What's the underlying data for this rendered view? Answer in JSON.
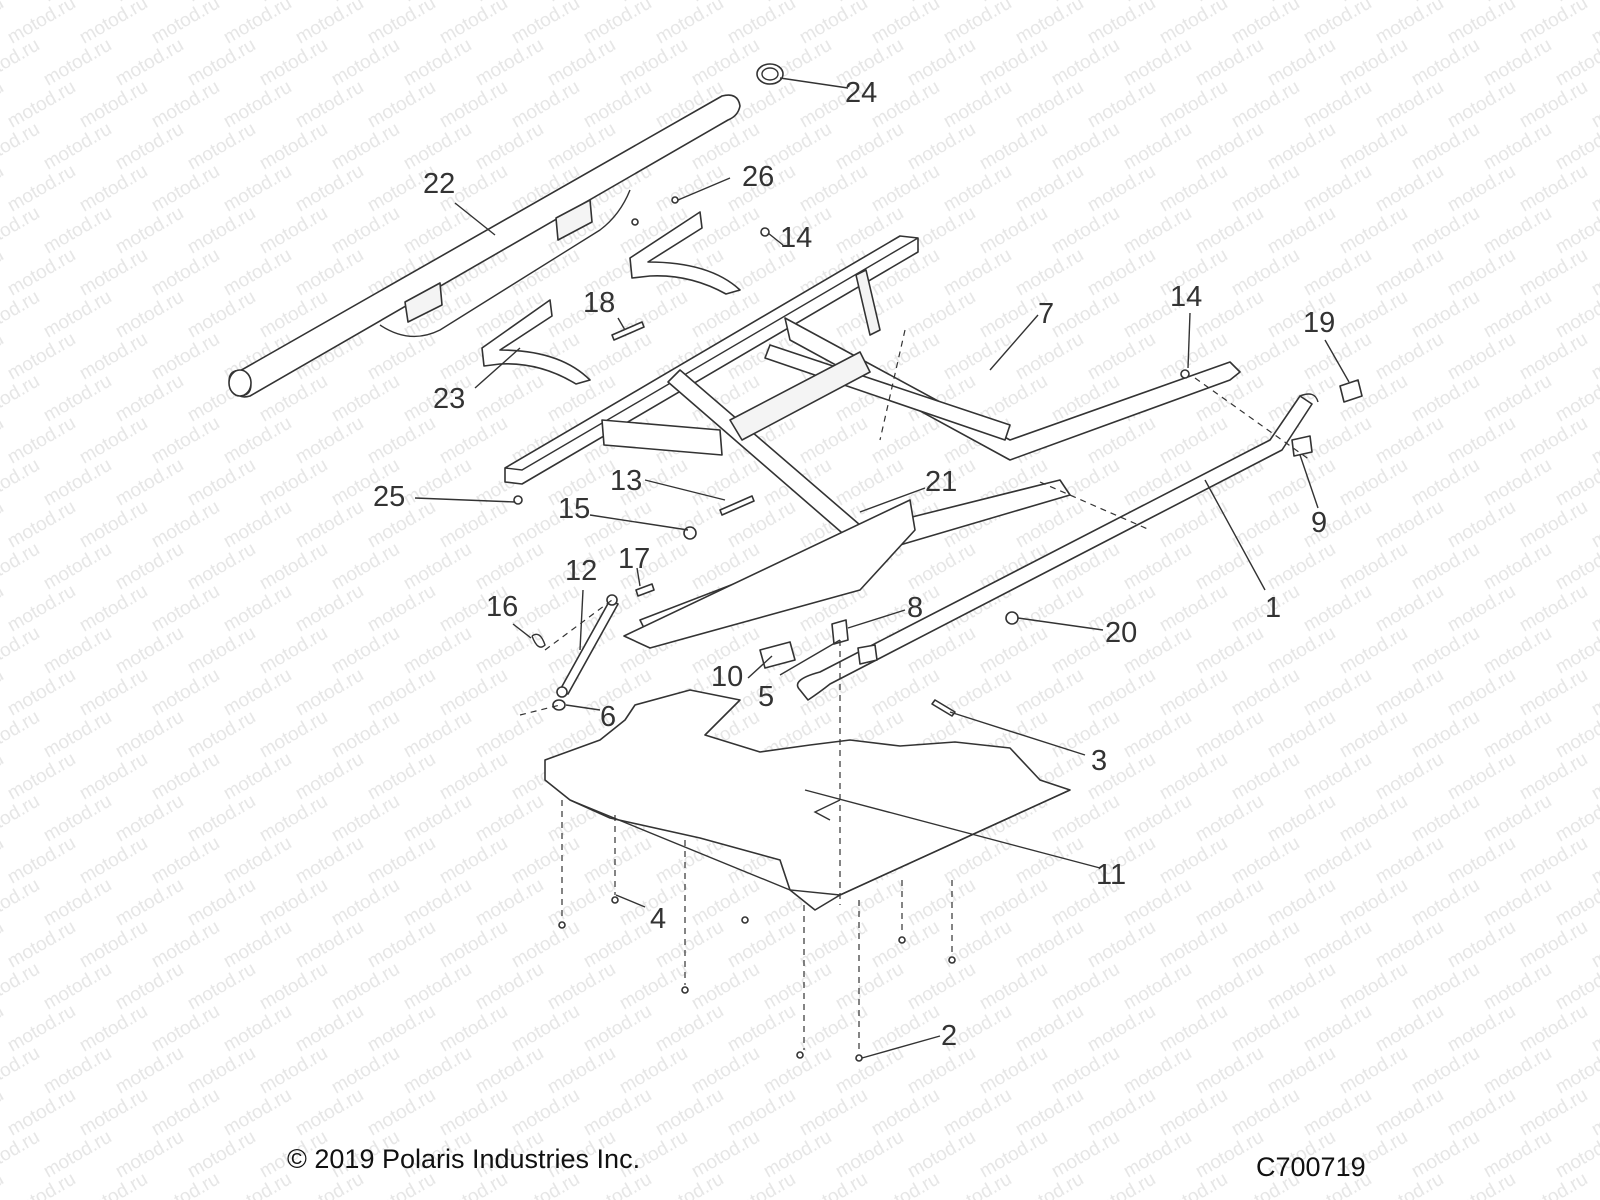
{
  "watermark_text": "motod.ru",
  "callouts": [
    {
      "id": "1",
      "label": "1"
    },
    {
      "id": "2",
      "label": "2"
    },
    {
      "id": "3",
      "label": "3"
    },
    {
      "id": "4",
      "label": "4"
    },
    {
      "id": "5",
      "label": "5"
    },
    {
      "id": "6",
      "label": "6"
    },
    {
      "id": "7",
      "label": "7"
    },
    {
      "id": "8",
      "label": "8"
    },
    {
      "id": "9",
      "label": "9"
    },
    {
      "id": "10",
      "label": "10"
    },
    {
      "id": "11",
      "label": "11"
    },
    {
      "id": "12",
      "label": "12"
    },
    {
      "id": "13",
      "label": "13"
    },
    {
      "id": "14a",
      "label": "14"
    },
    {
      "id": "14b",
      "label": "14"
    },
    {
      "id": "15",
      "label": "15"
    },
    {
      "id": "16",
      "label": "16"
    },
    {
      "id": "17",
      "label": "17"
    },
    {
      "id": "18",
      "label": "18"
    },
    {
      "id": "19",
      "label": "19"
    },
    {
      "id": "20",
      "label": "20"
    },
    {
      "id": "21",
      "label": "21"
    },
    {
      "id": "22",
      "label": "22"
    },
    {
      "id": "23",
      "label": "23"
    },
    {
      "id": "24",
      "label": "24"
    },
    {
      "id": "25",
      "label": "25"
    },
    {
      "id": "26",
      "label": "26"
    }
  ],
  "footer": {
    "copyright": "© 2019 Polaris Industries Inc.",
    "figure_id": "C700719"
  },
  "colors": {
    "line": "#333333",
    "watermark": "#e6e6e6",
    "background": "#ffffff"
  }
}
